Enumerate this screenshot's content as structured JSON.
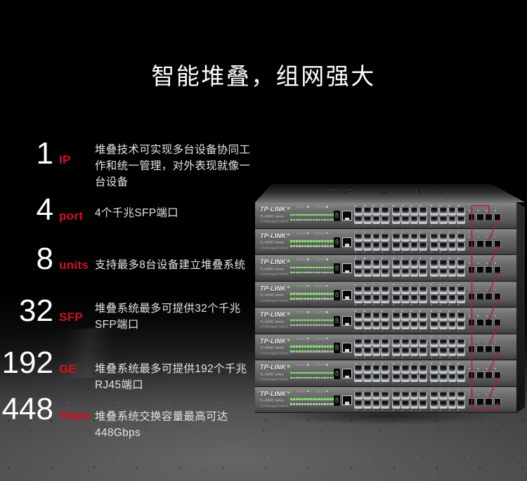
{
  "hero": {
    "title": "智能堆叠，组网强大"
  },
  "specs": [
    {
      "value": "1",
      "unit": "IP",
      "desc": "堆叠技术可实现多台设备协同工作和统一管理，对外表现就像一台设备"
    },
    {
      "value": "4",
      "unit": "port",
      "desc": "4个千兆SFP端口"
    },
    {
      "value": "8",
      "unit": "units",
      "desc": "支持最多8台设备建立堆叠系统"
    },
    {
      "value": "32",
      "unit": "SFP",
      "desc": "堆叠系统最多可提供32个千兆SFP端口"
    },
    {
      "value": "192",
      "unit": "GE",
      "desc": "堆叠系统最多可提供192个千兆RJ45端口"
    },
    {
      "value": "448",
      "unit": "Gbps",
      "desc": "堆叠系统交换容量最高可达448Gbps"
    }
  ],
  "switch": {
    "brand": "TP-LINK",
    "top_embossed_logo": "TP-LINK",
    "series_label": "TL-4500C series",
    "type_label": "L3 Managed Switch",
    "display_digit": "8",
    "unit_count": 8,
    "rj45_groups": 3,
    "rj45_ports_per_group": 8,
    "sfp_ports": 4,
    "leds_per_row": 16
  },
  "colors": {
    "background": "#000000",
    "accent_red": "#d0121f",
    "cable_red": "#b01c2e",
    "led_green": "#86e472",
    "chassis_gray": "#5a5a5a"
  }
}
